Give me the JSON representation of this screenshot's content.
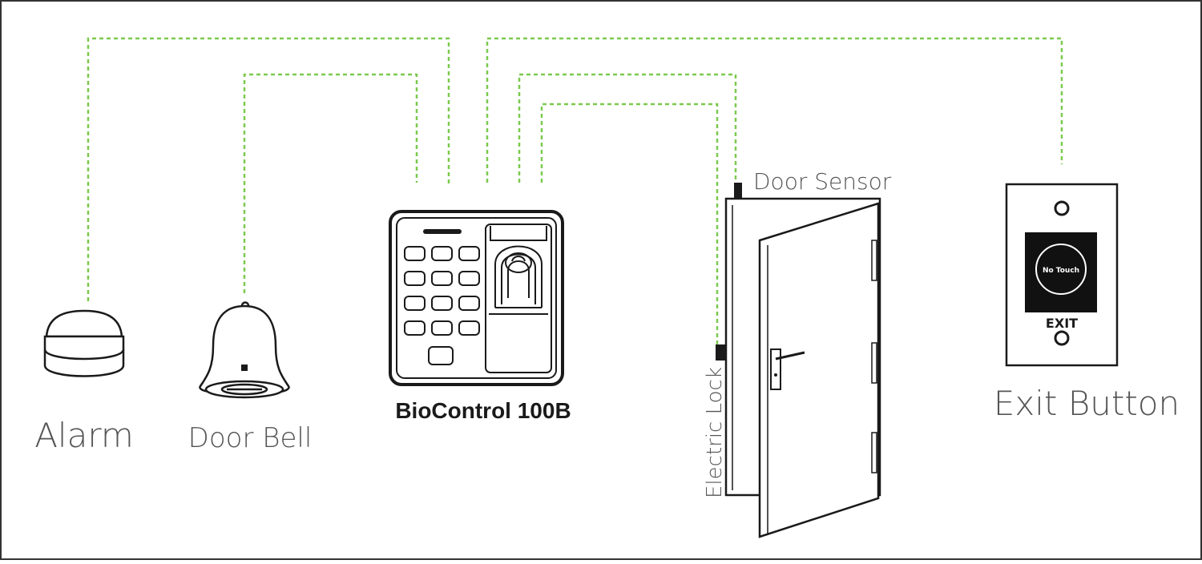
{
  "labels": {
    "alarm": "Alarm",
    "door_bell": "Door Bell",
    "device": "BioControl 100B",
    "door_sensor": "Door Sensor",
    "electric_lock": "Electric Lock",
    "exit_button": "Exit Button",
    "no_touch": "No Touch",
    "exit_text": "EXIT"
  },
  "colors": {
    "wire": "#7cc94f",
    "line": "#1a1a1a",
    "text": "#555555",
    "frame": "#333333"
  },
  "icons": [
    "alarm-icon",
    "door-bell-icon",
    "fingerprint-device-icon",
    "door-icon",
    "exit-button-icon"
  ]
}
